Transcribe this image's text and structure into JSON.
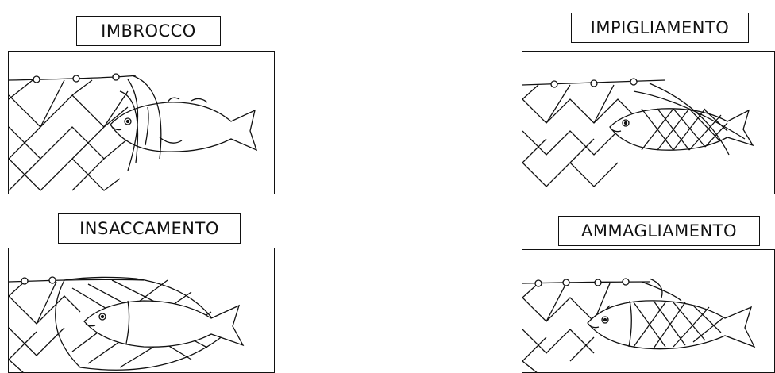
{
  "panels": [
    {
      "label": "IMBROCCO",
      "mode": "gilled"
    },
    {
      "label": "IMPIGLIAMENTO",
      "mode": "entangled"
    },
    {
      "label": "INSACCAMENTO",
      "mode": "bagged"
    },
    {
      "label": "AMMAGLIAMENTO",
      "mode": "meshed"
    }
  ]
}
